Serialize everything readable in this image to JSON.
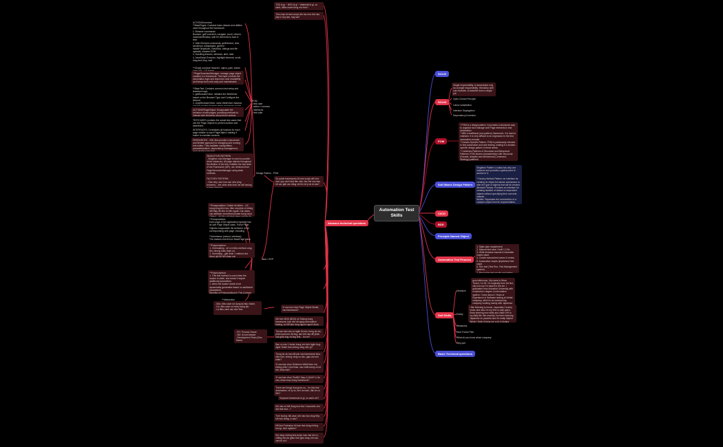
{
  "root": "Automation Test Skills",
  "right": {
    "solid1": "SOLID",
    "solid2": "SOLID",
    "solid_details": [
      "Single responsibility: A class/object only do a single responsibility. Hierarchy with sub-modules. A class/file does a single job",
      "Open-Closed Principle",
      "Liskov substitution",
      "Interface Segregation",
      "Dependency Inversion"
    ],
    "pom": "POM",
    "pom_desc": "* POM is a design pattern. It provides a structured way to organize and manage web Page elements in test automation.\n* With a traditional (non-pattern) framework, it is hard to maintain. It is very difficult to do regression in the test automation domain.\n* Domain-Specific Pattern: POM is particularly relevant to test automation and web testing, making it a domain-specific design pattern in these areas.\n* Combines Patterns of Structural and Behavioral Patterns: POM shares characteristics with Structural (Facade, Adapter) and Behavioral (Command, Strategy) patterns.",
    "softwaredp": "Soft Wares Design Pattern",
    "sdp_desc": "Singleton Pattern: a class has only one instance and provides a global point of access to it.\n\n* Factory Method Pattern: an interface for creating an object but allows subclasses to alter the type of objects that will be created.\nAbstract Factory: Provides an interface for creating families of related or dependent objects without specifying their concrete classes.\nBuilder: Separates the construction of a complex object from its representation, allowing the same construction process to create different representations.\nPrototype: Creates new objects by copying an existing object, known as the prototype.",
    "cicd": "CI/CD",
    "bdd": "BDD",
    "principle": "Principle Named Object",
    "process": "Automation Test Process",
    "process_desc": "1. Make plan requirement\n2. Manual test case / draft 1,2,3a\n3. Write testcase manual & traceable matrix sheet\n4. Create manual test cases & review\n5. Automation scripts (implement test case)\n6. Run test (Test Run, Test Management system)\n7. Report the test results and defect fixing\n8. Run tests new, re-test & fix\n9. Schedule run on regression test / from the pool\n10. Create the Test release note",
    "soft": "Soft Skills",
    "soft_children": {
      "introduce": "Introduce",
      "introduce_desc": "good afternoon, My name is Nhan Thanh, I'm 25, I'm originally from Ha Noi, city but now I'm based in the ton. I graduated from Industrial University with a bachelor's degree in information system. I have about 1 Years of Experience in Software testing at Viettel company, which is an outsourcing company working mainly with Japanese clients. And thank you for having me today and why I'm excited to learn more about this job opportunity.",
      "hobby": "Hobby",
      "hobby_desc": "I like listening to music, especially Country music and also I'm my free to play piano. Keep learning new skills and make it fit to my daily life, like recently I've been learning Japanese on youtube and It's really helpful. Which I think it helps me a lot in finding Japanese sales application.",
      "weakness": "Weakness",
      "future": "Near Future Plan",
      "company": "What do you know about company",
      "why": "Why quit"
    },
    "basic": "Basic Technical questions"
  },
  "left": {
    "advance": "Advance technical questions",
    "top1": "TDD là gì ~ BDD là gì ~ Waterfall là gì, so sánh, điểm mạnh từng mô hình?",
    "top2": "Theo bạn thì test script nên tác như thế nào (lấy ví dụ) nào, hay sai?",
    "pw_question": "So (sánh framework) thì test script viết như nào, quy cách test làm việc như thế nào bạn tốt các giải các bằng xét lên là lý do là nào?",
    "design_pattern": "Design Pattern - POM",
    "pom_label": "POM\n- test case\n- action / common\n- interfaces\n- test suite",
    "pom_notes": [
      "ACTIONS/common\n**BasePages: Contains base classes and utilities used throughout the framework.\n1. Browser commands\nBrowser: getCurrentUrl, navigate, scroll, refresh, maximizeWindow, wait for elements to load in time\n2. Web Element commands: getElement, click, sendKeys, isDisplayed, getText\nhandle dropdown, checkbox, dialogs and file uploads, shadow DOM\n3. Handling iframes, windows, alert, tabs\n4. JavaScript Executor, highlight element, scroll, drag and drop, wait",
      "**Global constant: BaseUrl, object_path, Admin User URL, OS Name",
      "**PageGeneratorManager: manage page object creation in a framework. This layer controls the Automation logic and improves code readability and keeps test code easy and maintainable.",
      "**BaseTest: Contains common test setup and teardown logic.\n1. getBrowserDriver: initialize the WebDriver based on the Browser Type and Configure the timeout\n2. closeBrowserDriver: close WebDriver instance and kill running browser driver processes on the system",
      "ACTIONS/PageObject: Encapsulate the behavior of web pages, providing methods to interact with elements and perform actions.",
      "TESTCASES contains the actual test cases that use the Page Objects to perform actions and assertions.",
      "INTERFACES: Centralizes all locators for each page relative to each PageObject, making it easier to maintain locators.",
      "RESOURCES - XML files provide a structured and flexible approach to managing and running test suites. They facilitate configuration, parameterization, dependency management, and parallel execution."
    ],
    "singleton": "SINGLETON PATTERN\n- Singleton and Manager is used to provide driver instances. All page objects throughout the lifetime of the test. Initialize the test suite of the Framework (API), are retrieved from PageGeneratorManager using static methods\n\nFACTORY PATTERN\n- Give why: don't we use new (ring browser)... the other side from we will having a base instance.\n1. The timing, a method that creates browser instance...\n2. new get it. Now we then do't instantiate a further type and a get up to browserName\n3. we can do it that use a new line driver\n4. we find... a further to get a type... for a test",
    "oop_label": "Java / OOP",
    "oop_notes": [
      "**Encapsulation: Gather its father - 4.5 trong từng tiến hóa, điều mà phân vị không thể thấy dữ liệu từ bên ngoài. Các class, các attribute và method private trong Java Object... dữ liệu chỉ dành riêng với lớp đó.",
      "**Encapsulation:\nEach page of the application typically has its own Page Object class. These Page Objects encapsulate the behavior of the corresponding web page, including interactions with its elements, performing actions, and retrieving information.",
      "**Inheritance (extend, interface):\nThe classes inherit from BasePage class.",
      "**Polymorphism:\n1. Overloading - sẽ có nhiều method cùng tên, nhưng khác tham số.\n2. Overriding - giải thích 1 method cha được ghi đè bởi class con\nex: Interface to use the same interface and having a number of various classes to implement.",
      "**Polymorphism:\n1. This first method is used when the locator is static, and doesn't require additional parameters.\n2. when the locator needs to be dynamically generated based on additional parameters.\nBenefits of Polymorphism in This Context: Flexibility: allows handling both static locators (static and dynamic) using the same method name, adapting to different testing scenarios dynamically."
    ],
    "abstraction": "**Abstraction",
    "abstraction_list": "- Mộc: điều cách sử dụng tại tiệp nhanh.\n- Dù: điều cách có nhiều sáng tạo\n- Là điều cách các của Test.",
    "questions": [
      "Vì sao lựa chọn Page Object Model, vào framework?",
      "Mô hình BDD (BDD) và Testing trong framework, bạn nên sẽ apply automation testing, có thể làm từng nguồn người được giải thích với mỗi?",
      "Tại sao bạn cần có Agile Scrum, trong dự án, phân loại mức độ bug, làm thế nào để phân loại giữa bug và bug test... for ex?",
      "Bạn có nào 1 tester trong mô hình Agile là gì, Agile Tester làm những công việc gì?",
      "Trong dự án bạn đã join vào framework thực hiện nào, những công cụ nào, gặp các khó khăn?",
      "Vì sao bạn chọn Selenium WebDriver mà không phải 1 tool khác, cao chất lượng có lợi thế, khác biệt?",
      "Vì sao bạn chọn TestNG thay vì JUnit? Lí do nào, khác nhau trong framework?",
      "There are things that gives us... for this test automation, về lý do, tính an toàn, đâu là ưu tiên?",
      "Keyword framework là gì, so sánh với?",
      "Khi nào có thể dùng tool như Cucumber cho đợt test như...?",
      "Tình huống: fail case, khi nào bạn chạy tiếp, khi nào dừng, vì sao?",
      "Để làm Protractor thì bạn test dùng những tool gì, kinh nghiệm?",
      "Khi dùng những test script, bạn cần tối ưu, chẳng hạn đo giảm thời gian chạy, khi nào cần tối ưu?"
    ],
    "scrum_list": "- PO: Product Owner\n- SM: Scrum Master\n- Development Team (Dev, Tester)"
  },
  "colors": {
    "blue": "#4a4fd6",
    "red": "#e3344a",
    "darkred": "#b0112a",
    "node": "#3a1418"
  }
}
